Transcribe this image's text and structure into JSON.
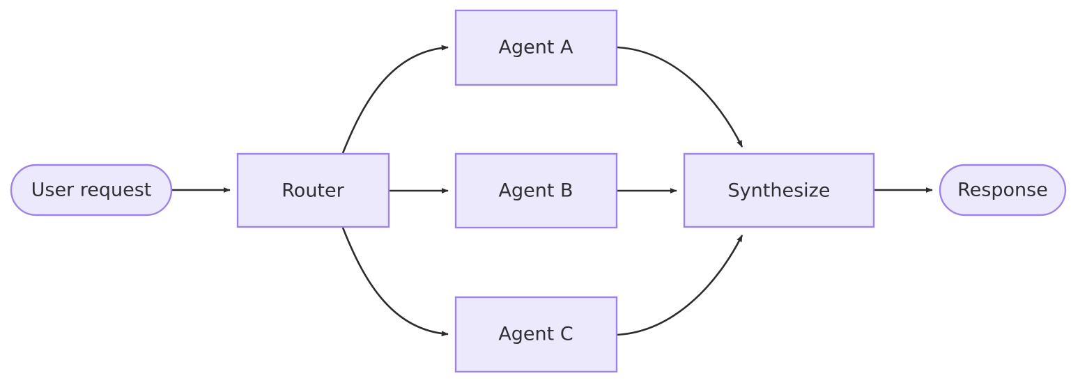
{
  "diagram": {
    "type": "flowchart",
    "direction": "left-to-right",
    "background_color": "#ffffff",
    "node_fill_color": "#ece9fc",
    "node_border_color": "#9f82e3",
    "label_color": "#2f2f33",
    "edge_color": "#2c2c30",
    "nodes": [
      {
        "id": "user_request",
        "label": "User request",
        "shape": "stadium"
      },
      {
        "id": "router",
        "label": "Router",
        "shape": "rect"
      },
      {
        "id": "agent_a",
        "label": "Agent A",
        "shape": "rect"
      },
      {
        "id": "agent_b",
        "label": "Agent B",
        "shape": "rect"
      },
      {
        "id": "agent_c",
        "label": "Agent C",
        "shape": "rect"
      },
      {
        "id": "synthesize",
        "label": "Synthesize",
        "shape": "rect"
      },
      {
        "id": "response",
        "label": "Response",
        "shape": "stadium"
      }
    ],
    "edges": [
      {
        "from": "user_request",
        "to": "router",
        "style": "straight",
        "arrow": "end"
      },
      {
        "from": "router",
        "to": "agent_a",
        "style": "curved",
        "arrow": "end"
      },
      {
        "from": "router",
        "to": "agent_b",
        "style": "straight",
        "arrow": "end"
      },
      {
        "from": "router",
        "to": "agent_c",
        "style": "curved",
        "arrow": "end"
      },
      {
        "from": "agent_a",
        "to": "synthesize",
        "style": "curved",
        "arrow": "end"
      },
      {
        "from": "agent_b",
        "to": "synthesize",
        "style": "straight",
        "arrow": "end"
      },
      {
        "from": "agent_c",
        "to": "synthesize",
        "style": "curved",
        "arrow": "end"
      },
      {
        "from": "synthesize",
        "to": "response",
        "style": "straight",
        "arrow": "end"
      }
    ]
  }
}
